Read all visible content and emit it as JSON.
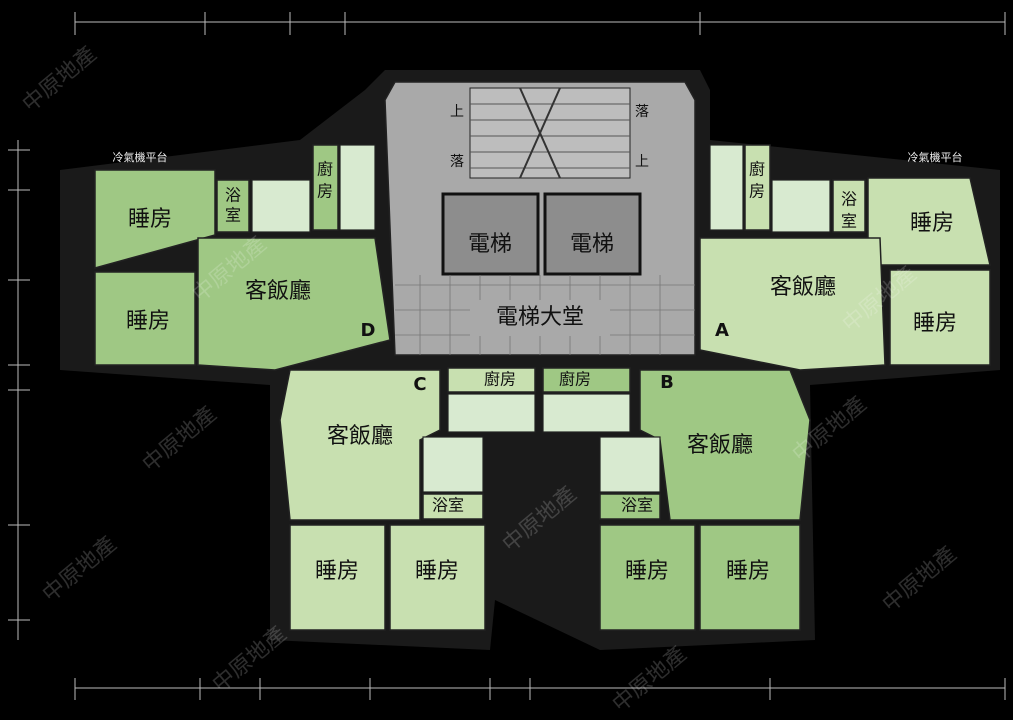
{
  "labels": {
    "bedroom": "睡房",
    "living_dining": "客飯廳",
    "bathroom": "浴室",
    "bath_top": "浴",
    "bath_bottom": "室",
    "kitchen": "廚房",
    "kitchen_top": "廚",
    "kitchen_bottom": "房",
    "lift": "電梯",
    "lift_lobby": "電梯大堂",
    "stair_up": "上",
    "stair_down": "落",
    "ac_platform": "冷氣機平台"
  },
  "units": {
    "a": "A",
    "b": "B",
    "c": "C",
    "d": "D"
  },
  "watermark": {
    "brand": "中原地產"
  },
  "colors": {
    "unit_dark": "#9fc884",
    "unit_light": "#c8e0b0",
    "core": "#a9a9a9",
    "background": "#000000"
  }
}
